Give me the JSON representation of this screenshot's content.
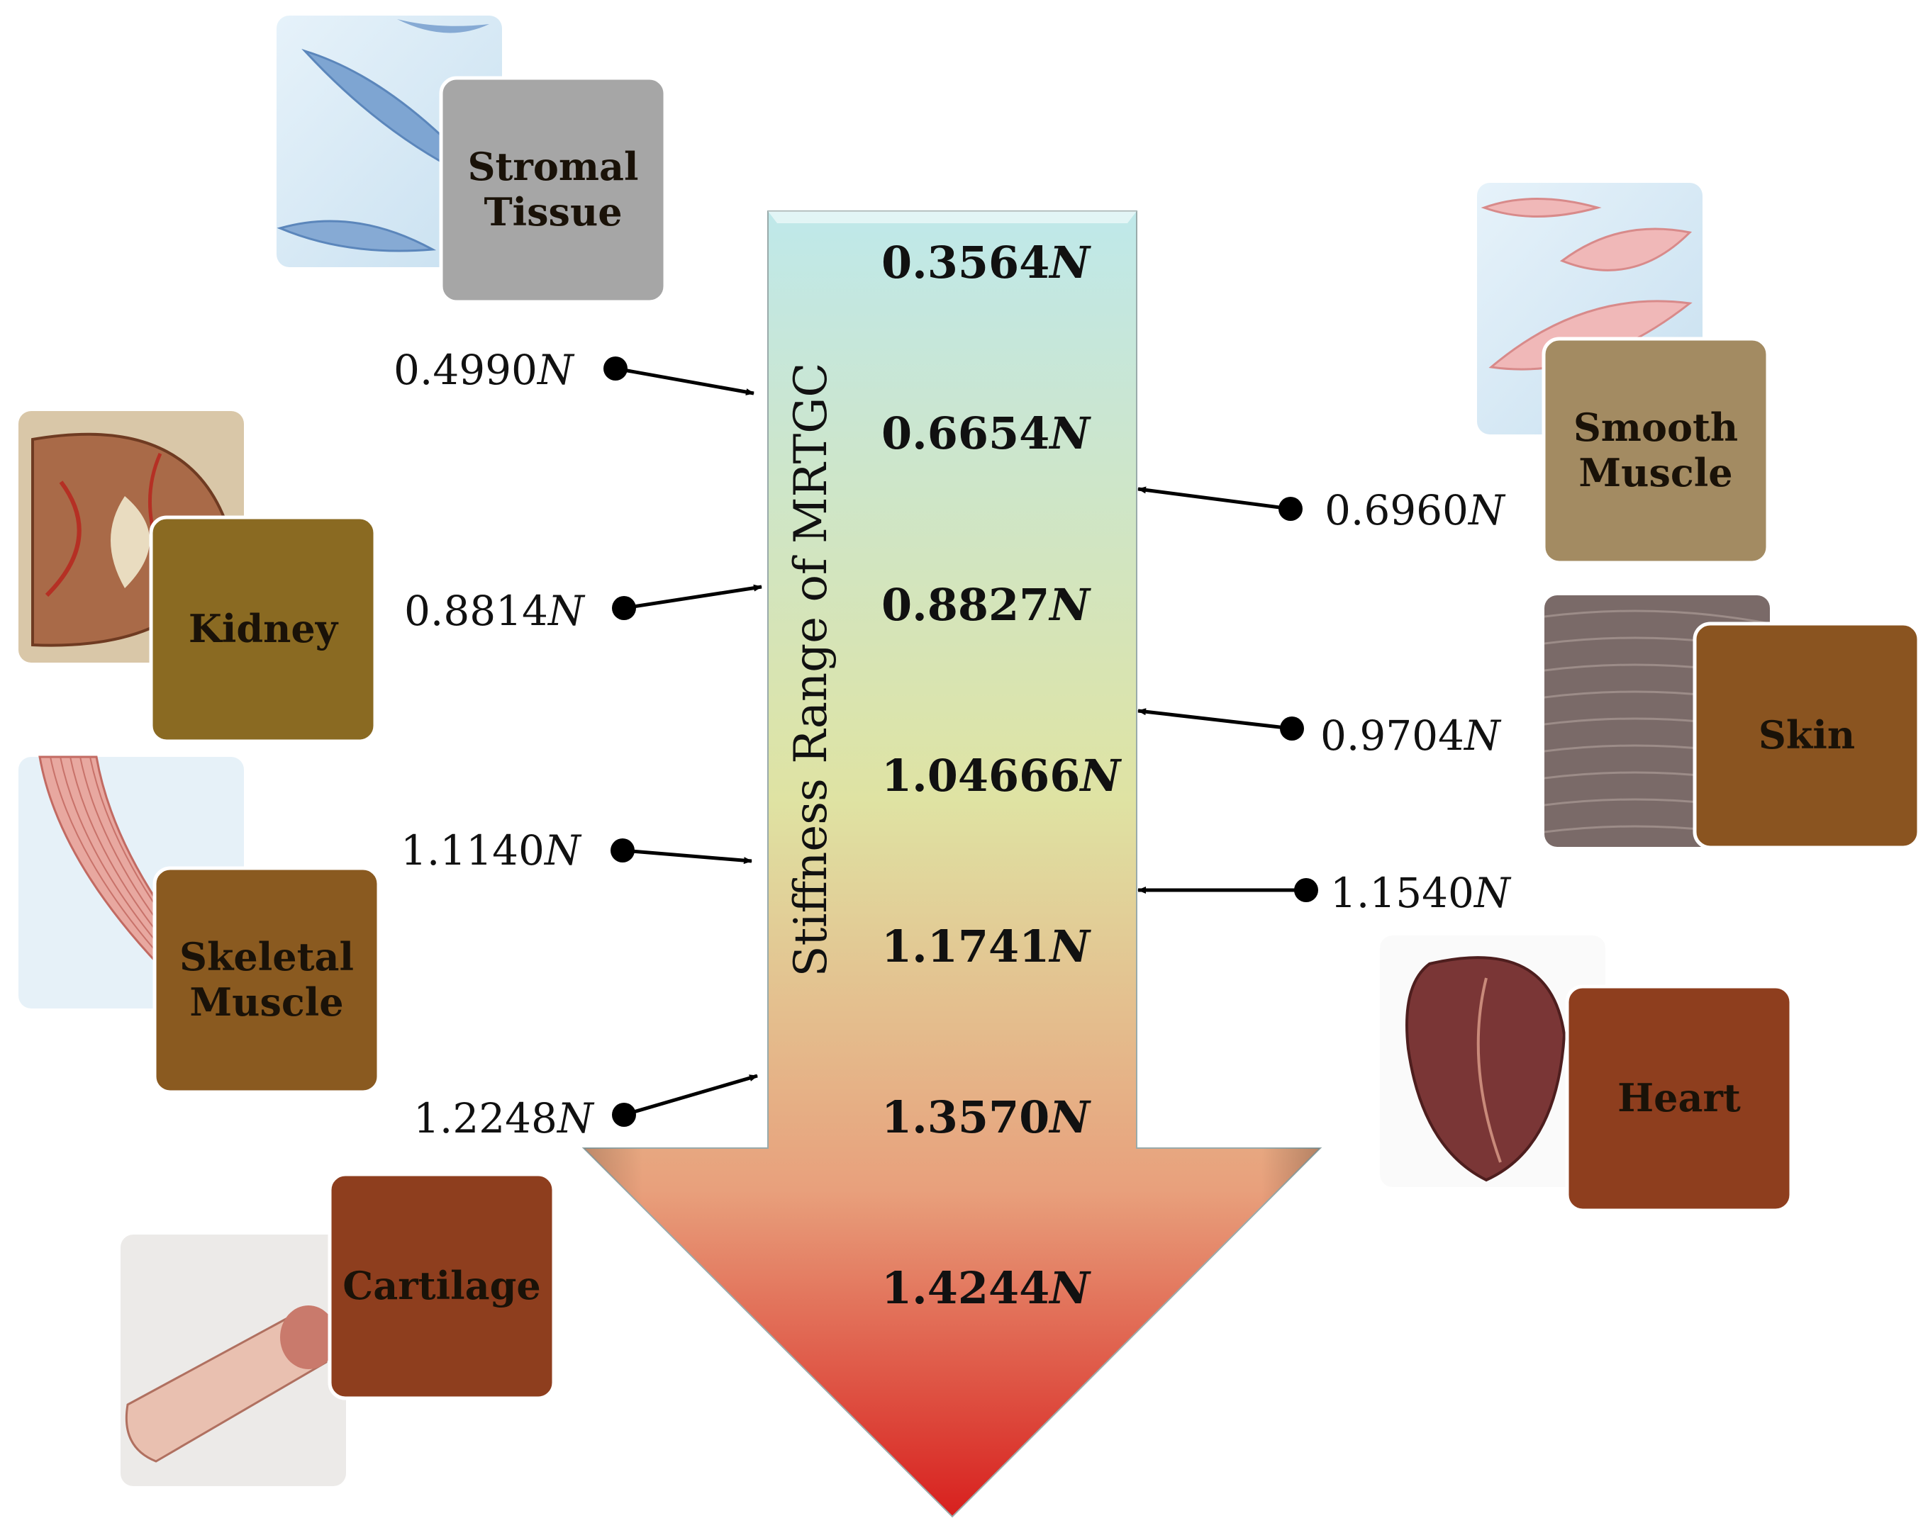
{
  "axis_title": "Stiffness Range of MRTGC",
  "scale": [
    {
      "value": "0.3564",
      "unit": "N"
    },
    {
      "value": "0.6654",
      "unit": "N"
    },
    {
      "value": "0.8827",
      "unit": "N"
    },
    {
      "value": "1.04666",
      "unit": "N"
    },
    {
      "value": "1.1741",
      "unit": "N"
    },
    {
      "value": "1.3570",
      "unit": "N"
    },
    {
      "value": "1.4244",
      "unit": "N"
    }
  ],
  "tissues": [
    {
      "id": "stromal-tissue",
      "label_lines": [
        "Stromal",
        "Tissue"
      ],
      "value": "",
      "unit": "",
      "card_color": "#a6a6a6",
      "icon": "stromal-cells-icon"
    },
    {
      "id": "kidney",
      "label_lines": [
        "Kidney"
      ],
      "value": "0.4990",
      "unit": "N",
      "card_color": "#8a6a22",
      "icon": "kidney-icon"
    },
    {
      "id": "skeletal-muscle",
      "label_lines": [
        "Skeletal",
        "Muscle"
      ],
      "value": "0.8814",
      "unit": "N",
      "card_color": "#8a5a20",
      "icon": "muscle-fiber-icon"
    },
    {
      "id": "cartilage",
      "label_lines": [
        "Cartilage"
      ],
      "value": "1.1140",
      "unit": "N",
      "card_color": "#8e3e1e",
      "icon": "cartilage-icon"
    },
    {
      "id": "extra-left",
      "label_lines": [],
      "value": "1.2248",
      "unit": "N",
      "card_color": "",
      "icon": ""
    },
    {
      "id": "smooth-muscle",
      "label_lines": [
        "Smooth",
        "Muscle"
      ],
      "value": "0.6960",
      "unit": "N",
      "card_color": "#a38b62",
      "icon": "smooth-muscle-cells-icon"
    },
    {
      "id": "skin",
      "label_lines": [
        "Skin"
      ],
      "value": "0.9704",
      "unit": "N",
      "card_color": "#8a5420",
      "icon": "skin-texture-icon"
    },
    {
      "id": "heart",
      "label_lines": [
        "Heart"
      ],
      "value": "1.1540",
      "unit": "N",
      "card_color": "#8e3e1e",
      "icon": "heart-icon"
    }
  ],
  "colors": {
    "arrow_top": "#bfe8ea",
    "arrow_mid": "#dfe3a3",
    "arrow_low": "#e8a07c",
    "arrow_tip": "#d8201e"
  }
}
